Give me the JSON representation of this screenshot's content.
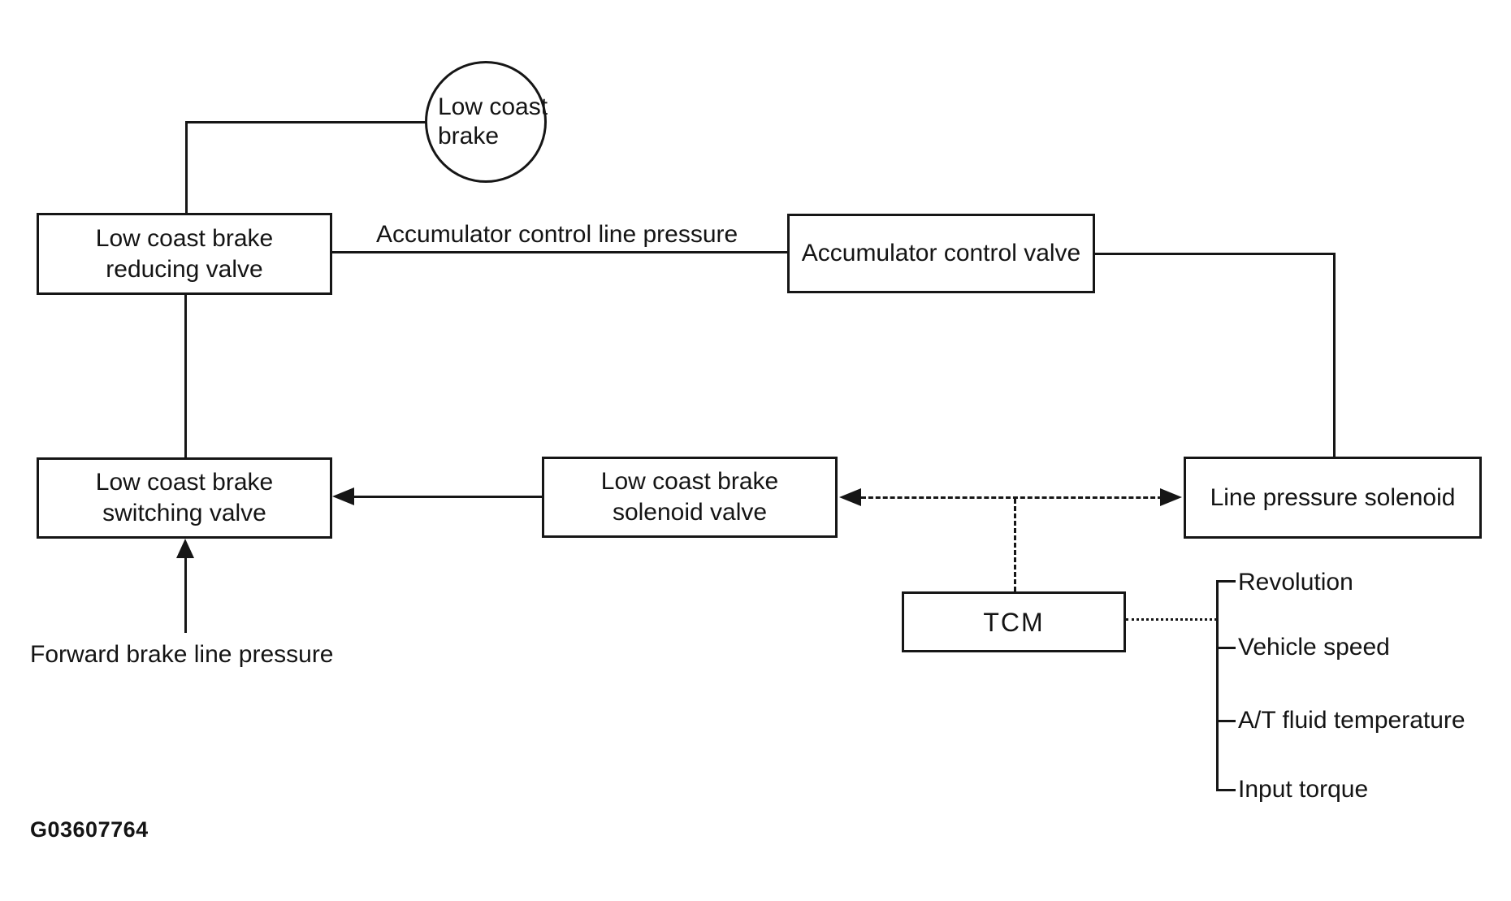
{
  "diagram": {
    "figure_id": "G03607764",
    "colors": {
      "background": "#ffffff",
      "line": "#161616",
      "text": "#141414"
    },
    "nodes": {
      "low_coast_brake": {
        "line1": "Low coast",
        "line2": "brake"
      },
      "reducing_valve": {
        "line1": "Low coast brake",
        "line2": "reducing valve"
      },
      "accumulator_valve": {
        "label": "Accumulator control valve"
      },
      "switching_valve": {
        "line1": "Low coast brake",
        "line2": "switching valve"
      },
      "solenoid_valve": {
        "line1": "Low coast brake",
        "line2": "solenoid valve"
      },
      "line_pressure_solenoid": {
        "label": "Line pressure solenoid"
      },
      "tcm": {
        "label": "TCM"
      }
    },
    "edge_labels": {
      "accumulator_control": "Accumulator control line pressure",
      "forward_brake": "Forward brake line pressure"
    },
    "tcm_inputs": [
      "Revolution",
      "Vehicle speed",
      "A/T fluid temperature",
      "Input torque"
    ]
  }
}
